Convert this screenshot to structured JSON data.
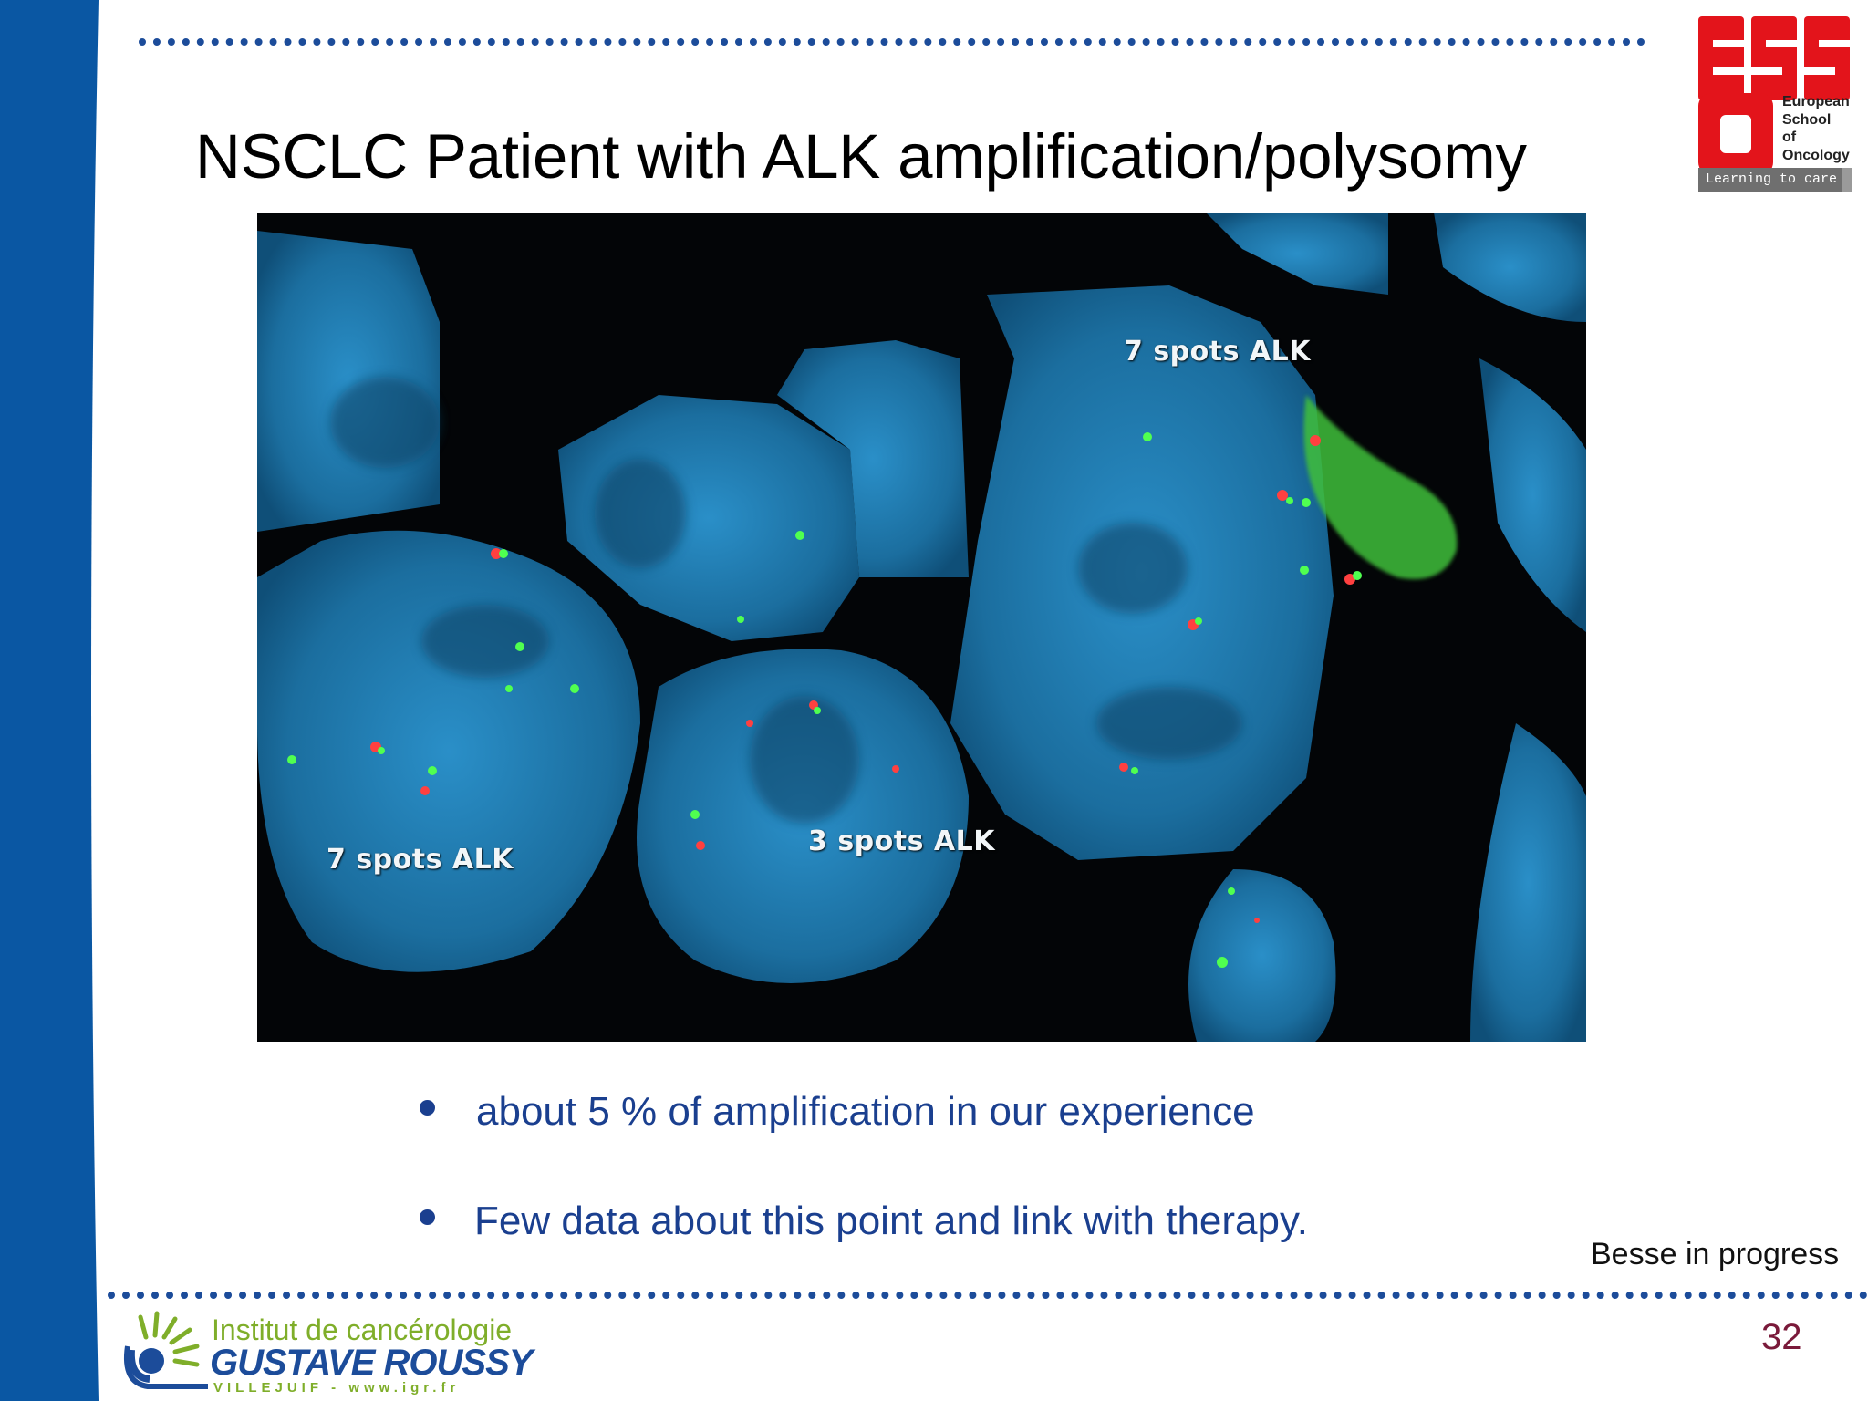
{
  "slide": {
    "title": "NSCLC Patient with ALK amplification/polysomy",
    "page_number": "32",
    "source_note": "Besse  in progress"
  },
  "eso_logo": {
    "line1": "European",
    "line2": "School",
    "line3": "of",
    "line4": "Oncology",
    "tagline": "Learning to care",
    "brand_color": "#e3141b"
  },
  "micrograph": {
    "labels": [
      {
        "text": "7 spots ALK"
      },
      {
        "text": "7 spots ALK"
      },
      {
        "text": "3 spots ALK"
      }
    ]
  },
  "bullets": [
    {
      "text": " about 5 % of amplification  in our experience"
    },
    {
      "text": "Few data about this point and link with therapy."
    }
  ],
  "institute_logo": {
    "line1": "Institut de cancérologie",
    "line2": "GUSTAVE ROUSSY",
    "line3": "VILLEJUIF - www.igr.fr"
  },
  "colors": {
    "left_band": "#0a57a3",
    "dotted_rule": "#1c4c9a",
    "bullet_text": "#1a3f8f",
    "page_number": "#7a1a3a"
  }
}
